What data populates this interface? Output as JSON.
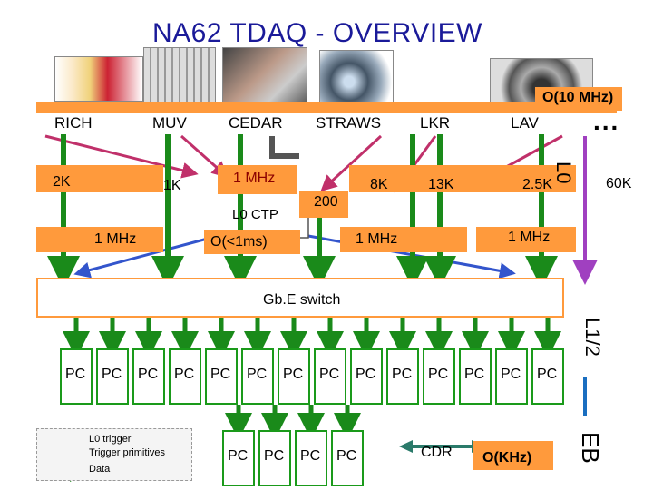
{
  "title": "NA62 TDAQ - OVERVIEW",
  "detectors": [
    "RICH",
    "MUV",
    "CEDAR",
    "STRAWS",
    "LKR",
    "LAV"
  ],
  "total_rate": "O(10 MHz)",
  "ellipsis": "...",
  "l0_rates": {
    "rich": "2K",
    "muv": "1K",
    "cedar": "1 MHz",
    "straws": "200",
    "lkr": "8K",
    "lkr2": "13K",
    "lav": "2.5K",
    "total": "60K"
  },
  "l0ctp": {
    "label": "L0 CTP",
    "latency": "O(<1ms)"
  },
  "data_rates": {
    "rich": "1 MHz",
    "lkr": "1 MHz",
    "lav": "1 MHz"
  },
  "switch_label": "Gb.E switch",
  "pc_label": "PC",
  "pc_count_top": 14,
  "pc_count_bottom": 4,
  "cdr_label": "CDR",
  "eb_rate": "O(KHz)",
  "levels": {
    "l0": "L0",
    "l12": "L1/2",
    "eb": "EB"
  },
  "legend": [
    {
      "label": "L0 trigger",
      "color": "#3355cc"
    },
    {
      "label": "Trigger primitives",
      "color": "#c0306a"
    },
    {
      "label": "Data",
      "color": "#1a8a1a"
    }
  ]
}
